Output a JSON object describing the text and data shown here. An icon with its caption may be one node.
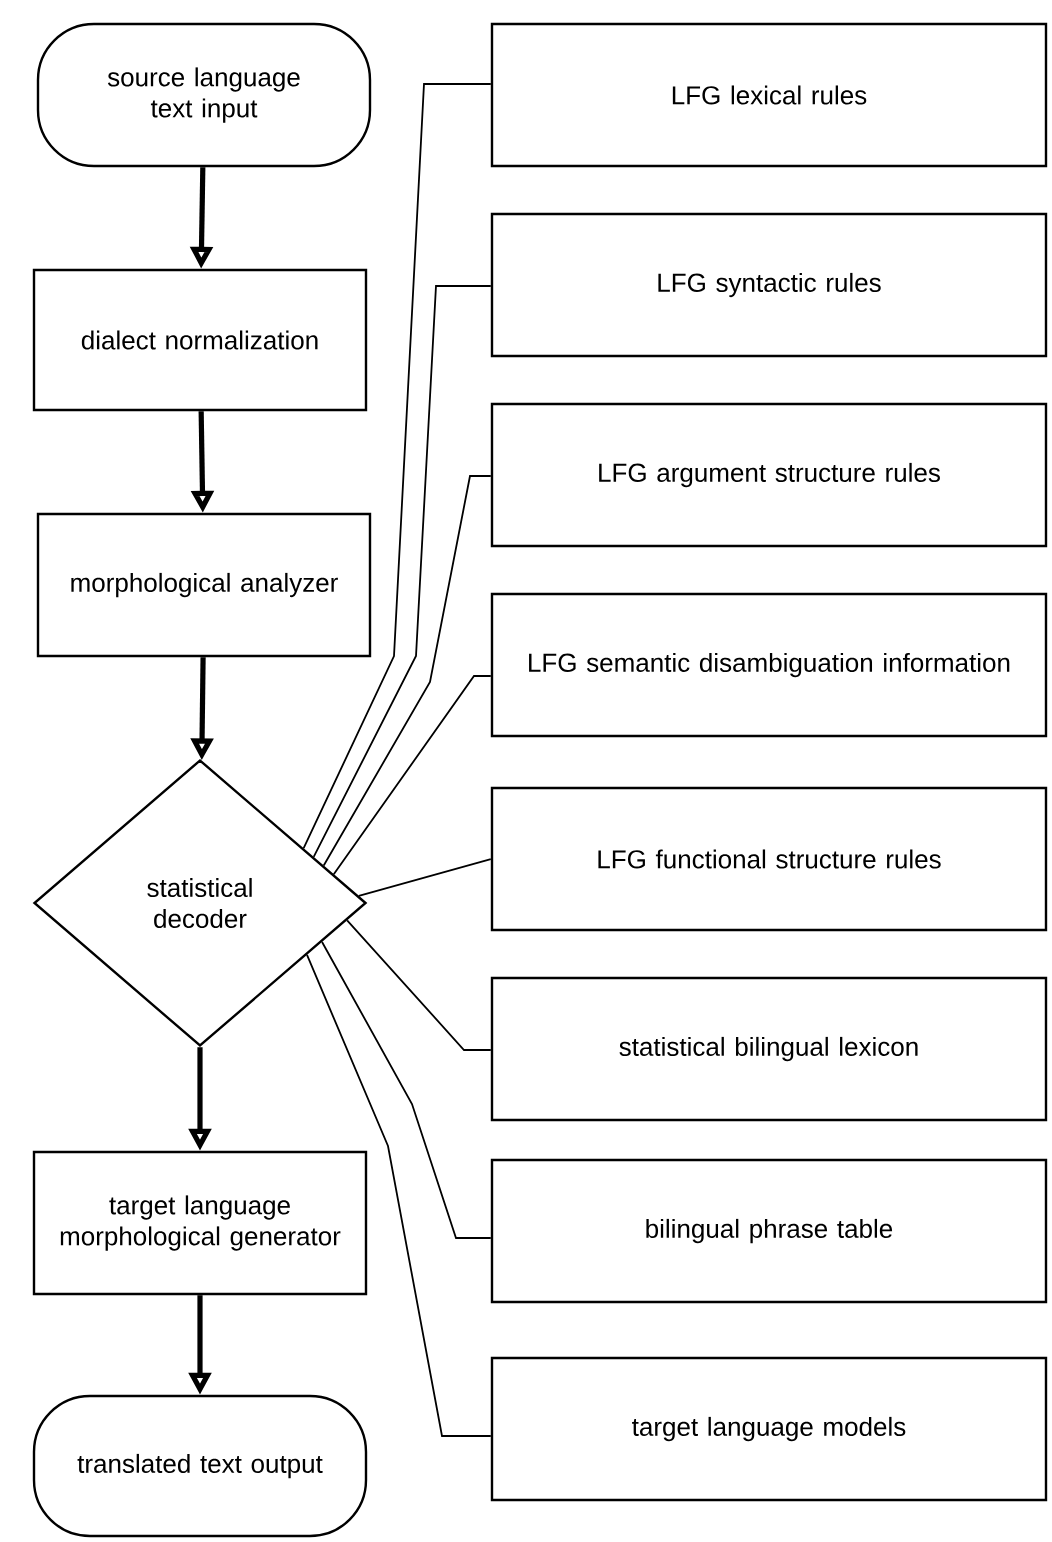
{
  "diagram": {
    "nodes": [
      {
        "text": [
          "source language text input"
        ]
      },
      {
        "text": [
          "dialect normalization"
        ]
      },
      {
        "text": [
          "morphological analyzer"
        ]
      },
      {
        "text": [
          "statistical decoder"
        ]
      },
      {
        "text": [
          "target language morphological generator"
        ]
      },
      {
        "text": [
          "translated text output"
        ]
      },
      {
        "text": [
          "LFG lexical rules"
        ]
      },
      {
        "text": [
          "LFG syntactic rules"
        ]
      },
      {
        "text": [
          "LFG argument structure rules"
        ]
      },
      {
        "text": [
          "LFG semantic disambiguation information"
        ]
      },
      {
        "text": [
          "LFG functional structure rules"
        ]
      },
      {
        "text": [
          "statistical bilingual lexicon"
        ]
      },
      {
        "text": [
          "bilingual phrase table"
        ]
      },
      {
        "text": [
          "target language models"
        ]
      }
    ],
    "edges": [
      {
        "from": 0,
        "to": 1,
        "arrow": "to",
        "style": "thick"
      },
      {
        "from": 1,
        "to": 2,
        "arrow": "to",
        "style": "thick"
      },
      {
        "from": 2,
        "to": 3,
        "arrow": "to",
        "style": "thick"
      },
      {
        "from": 3,
        "to": 4,
        "arrow": "to",
        "style": "thick"
      },
      {
        "from": 4,
        "to": 5,
        "arrow": "to",
        "style": "thick"
      },
      {
        "from": 3,
        "to": 6,
        "arrow": "none"
      },
      {
        "from": 3,
        "to": 7,
        "arrow": "none"
      },
      {
        "from": 3,
        "to": 8,
        "arrow": "none"
      },
      {
        "from": 3,
        "to": 9,
        "arrow": "none"
      },
      {
        "from": 3,
        "to": 10,
        "arrow": "none"
      },
      {
        "from": 3,
        "to": 11,
        "arrow": "none"
      },
      {
        "from": 3,
        "to": 12,
        "arrow": "none"
      },
      {
        "from": 3,
        "to": 13,
        "arrow": "none"
      }
    ]
  }
}
